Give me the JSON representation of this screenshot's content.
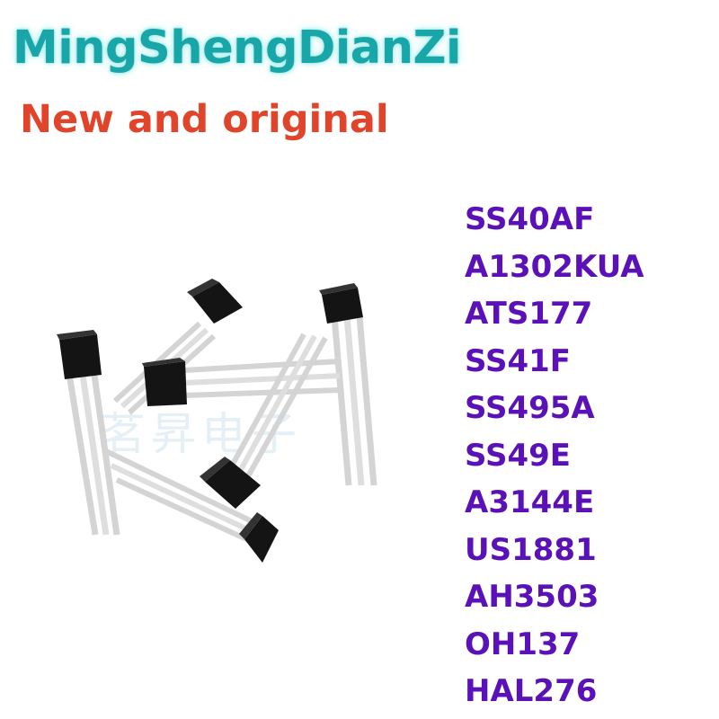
{
  "header": {
    "brand": "MingShengDianZi",
    "tagline": "New and original"
  },
  "product": {
    "image_label": "transistor-sensors-photo",
    "watermark": "茗昇电子",
    "part_numbers": [
      "SS40AF",
      "A1302KUA",
      "ATS177",
      "SS41F",
      "SS495A",
      "SS49E",
      "A3144E",
      "US1881",
      "AH3503",
      "OH137",
      "HAL276"
    ]
  },
  "colors": {
    "brand": "#19a6a9",
    "tagline": "#e0452b",
    "part_numbers": "#5a12b8",
    "component_body": "#111111",
    "leads": "#d6d6d6"
  }
}
